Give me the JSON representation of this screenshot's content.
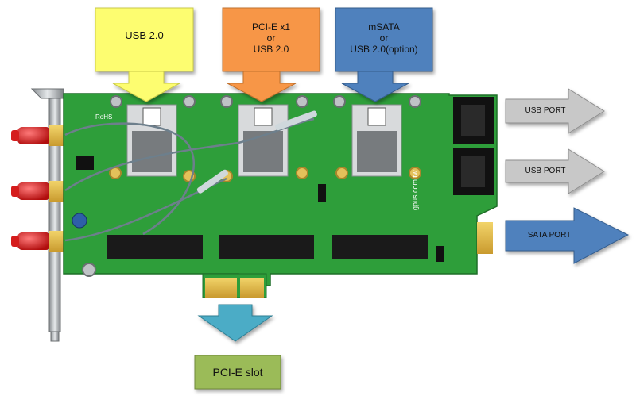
{
  "top_labels": {
    "usb20": {
      "text": "USB 2.0",
      "color": "#fdfd6f"
    },
    "pcie_x1": {
      "line1": "PCI-E x1",
      "line2": "or",
      "line3": "USB 2.0",
      "color": "#f79646"
    },
    "msata": {
      "line1": "mSATA",
      "line2": "or",
      "line3": "USB 2.0(option)",
      "color": "#4f81bd"
    }
  },
  "right_labels": {
    "usb_port_1": {
      "text": "USB PORT",
      "color": "#c8c8c8"
    },
    "usb_port_2": {
      "text": "USB PORT",
      "color": "#c8c8c8"
    },
    "sata_port": {
      "text": "SATA PORT",
      "color": "#4f81bd"
    }
  },
  "bottom_label": {
    "text": "PCI-E slot",
    "color": "#9bbb59",
    "arrow_color": "#4bacc6"
  },
  "board": {
    "pcb_color": "#2e9e3a",
    "brand_mark": "gpus.com.tw",
    "rohs_mark": "RoHS"
  }
}
